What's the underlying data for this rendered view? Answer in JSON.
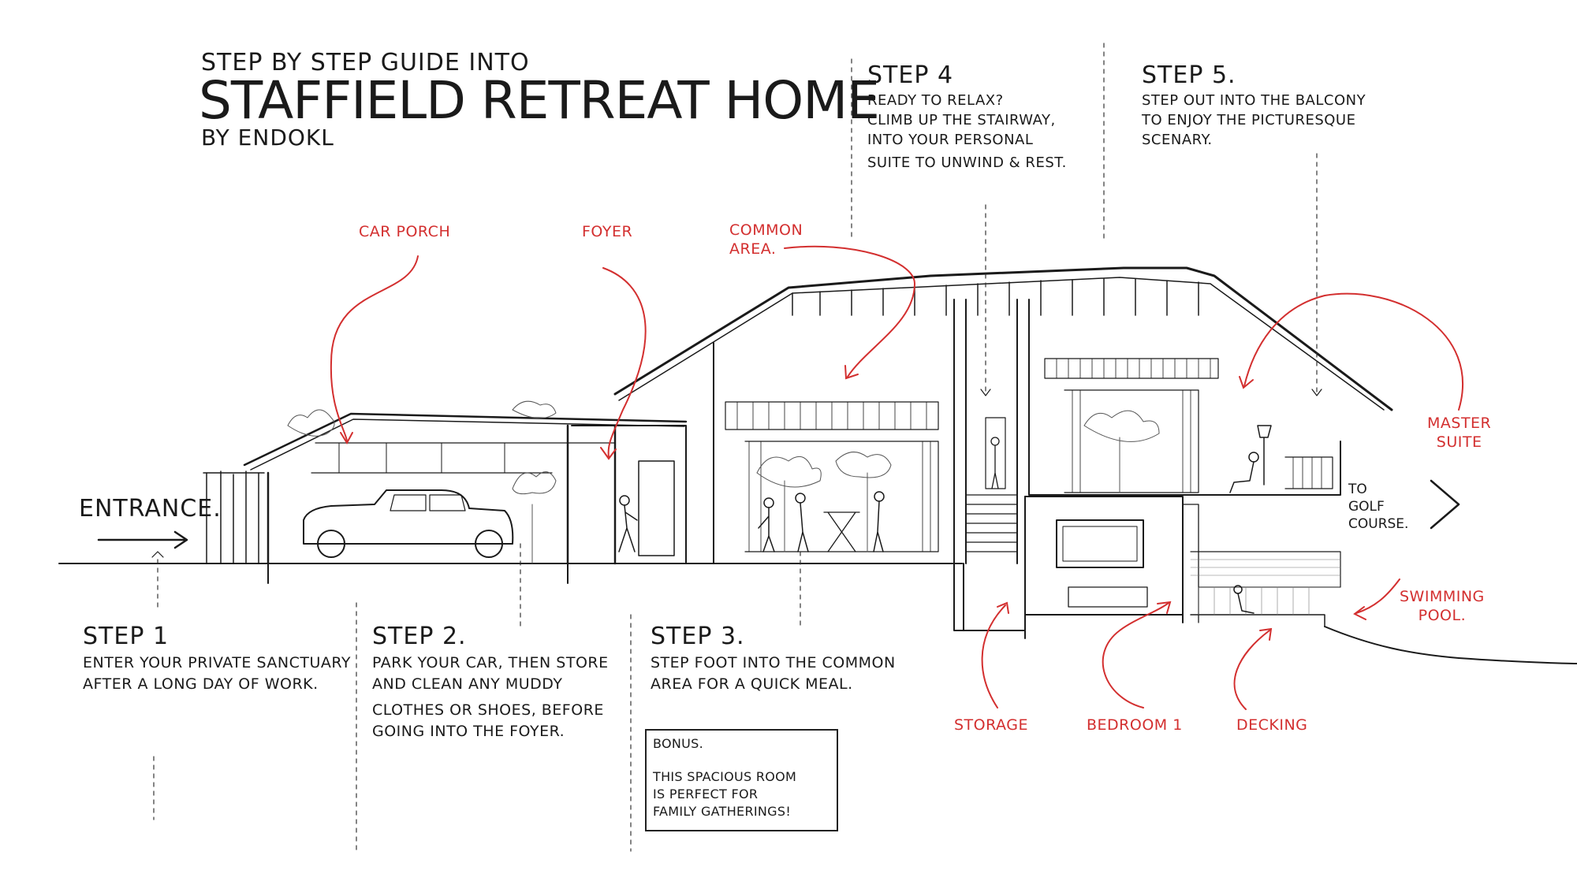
{
  "title": {
    "line1": "Step by step guide into",
    "line2": "Staffield Retreat Home",
    "line3": "By Endokl"
  },
  "entrance": {
    "label": "Entrance."
  },
  "golf": {
    "label_lines": [
      "To",
      "Golf",
      "Course."
    ]
  },
  "steps": [
    {
      "heading": "Step 1",
      "lines": [
        "Enter your private sanctuary",
        "after a long day of work."
      ]
    },
    {
      "heading": "Step 2.",
      "lines": [
        "Park your car, then store",
        "and clean any muddy",
        "clothes or shoes, before",
        "going into the foyer."
      ]
    },
    {
      "heading": "Step 3.",
      "lines": [
        "Step foot into the common",
        "area for a quick meal."
      ]
    },
    {
      "heading": "Step 4",
      "lines": [
        "Ready to relax?",
        "Climb up the stairway,",
        "into your personal",
        "suite to unwind & rest."
      ]
    },
    {
      "heading": "Step 5.",
      "lines": [
        "Step out into the balcony",
        "to enjoy the picturesque",
        "scenary."
      ]
    }
  ],
  "labels": {
    "car_porch": "Car Porch",
    "foyer": "Foyer",
    "common_area": [
      "Common",
      "Area."
    ],
    "master_suite": [
      "Master",
      "Suite"
    ],
    "swimming_pool": [
      "Swimming",
      "Pool."
    ],
    "storage": "Storage",
    "bedroom": "Bedroom 1",
    "decking": "Decking"
  },
  "bonus": {
    "heading": "Bonus.",
    "lines": [
      "This spacious room",
      "is perfect for",
      "family gatherings!"
    ]
  },
  "colors": {
    "ink": "#1a1a1a",
    "annotation_red": "#d32f2f",
    "background": "#ffffff"
  }
}
